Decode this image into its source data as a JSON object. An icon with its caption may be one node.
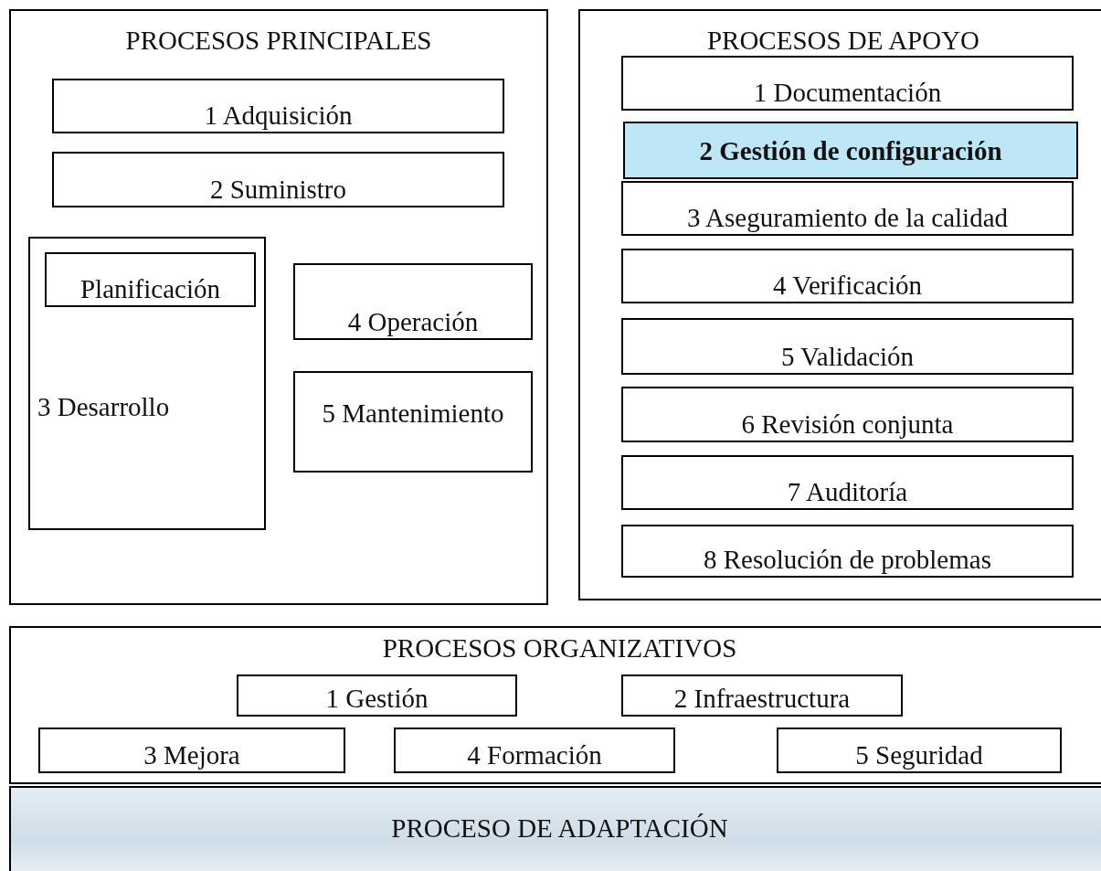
{
  "diagram": {
    "nodes": [
      {
        "text": [
          "PROCESOS PRINCIPALES"
        ]
      },
      {
        "text": [
          "1 Adquisición"
        ],
        "in": 0
      },
      {
        "text": [
          "2 Suministro"
        ],
        "in": 0
      },
      {
        "text": [
          "3 Desarrollo"
        ],
        "in": 0
      },
      {
        "text": [
          "Planificación"
        ],
        "in": 3
      },
      {
        "text": [
          "4 Operación"
        ],
        "in": 0
      },
      {
        "text": [
          "5 Mantenimiento"
        ],
        "in": 0
      },
      {
        "text": [
          "PROCESOS DE APOYO"
        ]
      },
      {
        "text": [
          "1 Documentación"
        ],
        "in": 7
      },
      {
        "text": [
          "2 Gestión de configuración"
        ],
        "in": 7
      },
      {
        "text": [
          "3 Aseguramiento de la calidad"
        ],
        "in": 7
      },
      {
        "text": [
          "4 Verificación"
        ],
        "in": 7
      },
      {
        "text": [
          "5 Validación"
        ],
        "in": 7
      },
      {
        "text": [
          "6 Revisión conjunta"
        ],
        "in": 7
      },
      {
        "text": [
          "7 Auditoría"
        ],
        "in": 7
      },
      {
        "text": [
          "8 Resolución de problemas"
        ],
        "in": 7
      },
      {
        "text": [
          "PROCESOS ORGANIZATIVOS"
        ]
      },
      {
        "text": [
          "1 Gestión"
        ],
        "in": 16
      },
      {
        "text": [
          "2 Infraestructura"
        ],
        "in": 16
      },
      {
        "text": [
          "3 Mejora"
        ],
        "in": 16
      },
      {
        "text": [
          "4 Formación"
        ],
        "in": 16
      },
      {
        "text": [
          "5 Seguridad"
        ],
        "in": 16
      },
      {
        "text": [
          "PROCESO DE ADAPTACIÓN"
        ]
      }
    ]
  }
}
